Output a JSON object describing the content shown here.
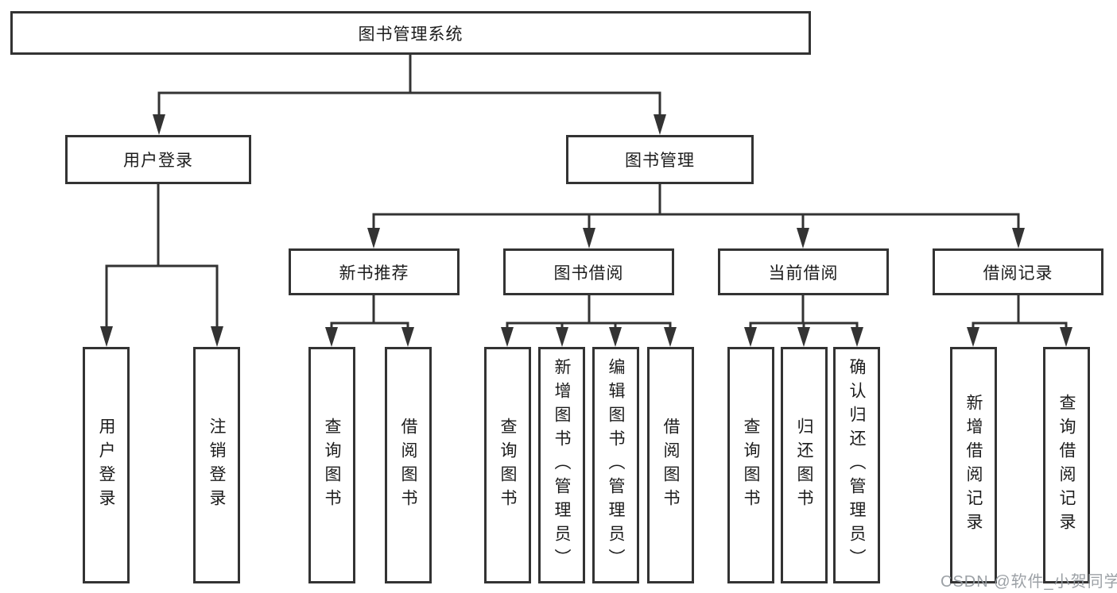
{
  "diagram": {
    "root": "图书管理系统",
    "branches": {
      "user_login": "用户登录",
      "book_management": "图书管理"
    },
    "modules": {
      "new_book_recommend": "新书推荐",
      "book_borrow": "图书借阅",
      "current_borrow": "当前借阅",
      "borrow_records": "借阅记录"
    },
    "leaves": {
      "user_login": "用户登录",
      "logout": "注销登录",
      "nbr_query_book": "查询图书",
      "nbr_borrow_book": "借阅图书",
      "bb_query_book": "查询图书",
      "bb_add_book": "新增图书（管理员）",
      "bb_edit_book": "编辑图书（管理员）",
      "bb_borrow_book": "借阅图书",
      "cb_query_book": "查询图书",
      "cb_return_book": "归还图书",
      "cb_confirm_return": "确认归还（管理员）",
      "br_add_record": "新增借阅记录",
      "br_query_record": "查询借阅记录"
    }
  },
  "watermark": {
    "text": "CSDN @软件_小贺同学"
  },
  "colors": {
    "line": "#333333",
    "box_background": "#ffffff",
    "text": "#1c1c1c",
    "watermark": "#94999e"
  }
}
